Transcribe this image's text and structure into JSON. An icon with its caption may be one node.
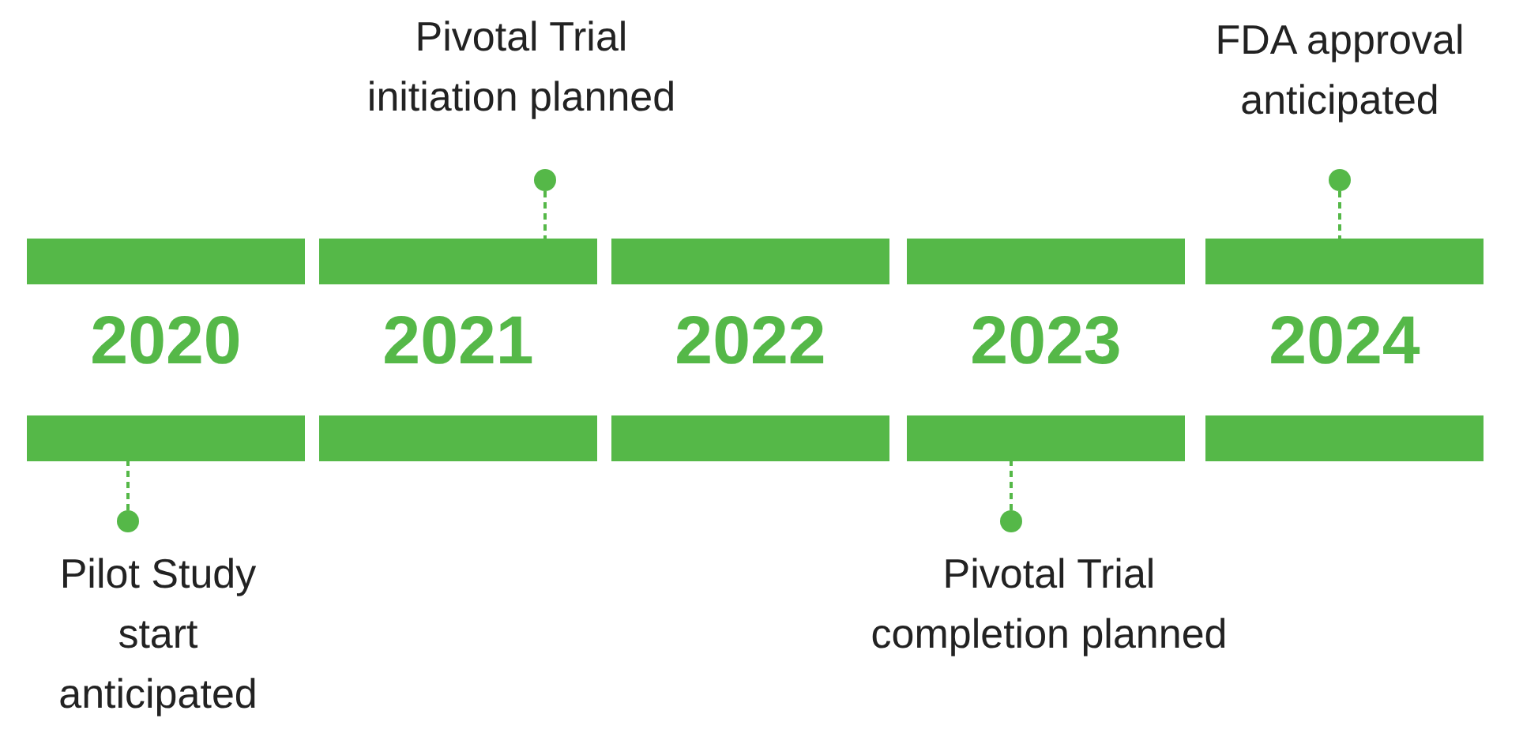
{
  "diagram": {
    "nodes": [
      {
        "text": [
          "Pivotal Trial initiation planned"
        ]
      },
      {
        "text": [
          "FDA approval anticipated"
        ]
      },
      {
        "text": [],
        "shape": "bar"
      },
      {
        "text": [],
        "shape": "bar"
      },
      {
        "text": [],
        "shape": "bar"
      },
      {
        "text": [],
        "shape": "bar"
      },
      {
        "text": [],
        "shape": "bar"
      },
      {
        "text": [
          "2020"
        ]
      },
      {
        "text": [
          "2021"
        ]
      },
      {
        "text": [
          "2022"
        ]
      },
      {
        "text": [
          "2023"
        ]
      },
      {
        "text": [
          "2024"
        ]
      },
      {
        "text": [],
        "shape": "bar"
      },
      {
        "text": [],
        "shape": "bar"
      },
      {
        "text": [],
        "shape": "bar"
      },
      {
        "text": [],
        "shape": "bar"
      },
      {
        "text": [],
        "shape": "bar"
      },
      {
        "text": [
          "Pilot Study start anticipated"
        ]
      },
      {
        "text": [
          "Pivotal Trial completion planned"
        ]
      }
    ],
    "edges": [
      {
        "from": 0,
        "to": 3,
        "arrow": "other",
        "style": "dashed"
      },
      {
        "from": 1,
        "to": 6,
        "arrow": "other",
        "style": "dashed"
      },
      {
        "from": 17,
        "to": 12,
        "arrow": "other",
        "style": "dashed"
      },
      {
        "from": 18,
        "to": 15,
        "arrow": "other",
        "style": "dashed"
      }
    ]
  }
}
